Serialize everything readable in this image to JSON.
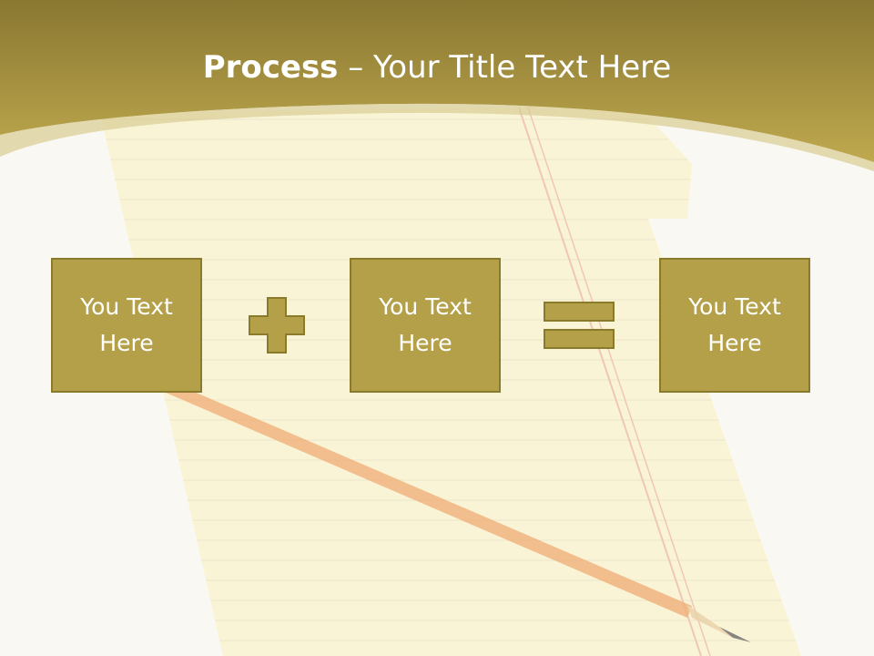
{
  "slide": {
    "title_bold": "Process",
    "title_rest": " – Your Title Text Here",
    "boxes": [
      {
        "line1": "You Text",
        "line2": "Here"
      },
      {
        "line1": "You Text",
        "line2": "Here"
      },
      {
        "line1": "You Text",
        "line2": "Here"
      }
    ],
    "operators": [
      "plus-icon",
      "equals-icon"
    ]
  },
  "colors": {
    "header_gold": "#b5a04a",
    "box_fill": "#b5a04a",
    "box_border": "#8a7a2c",
    "text": "#ffffff",
    "background": "#faf8f2"
  }
}
